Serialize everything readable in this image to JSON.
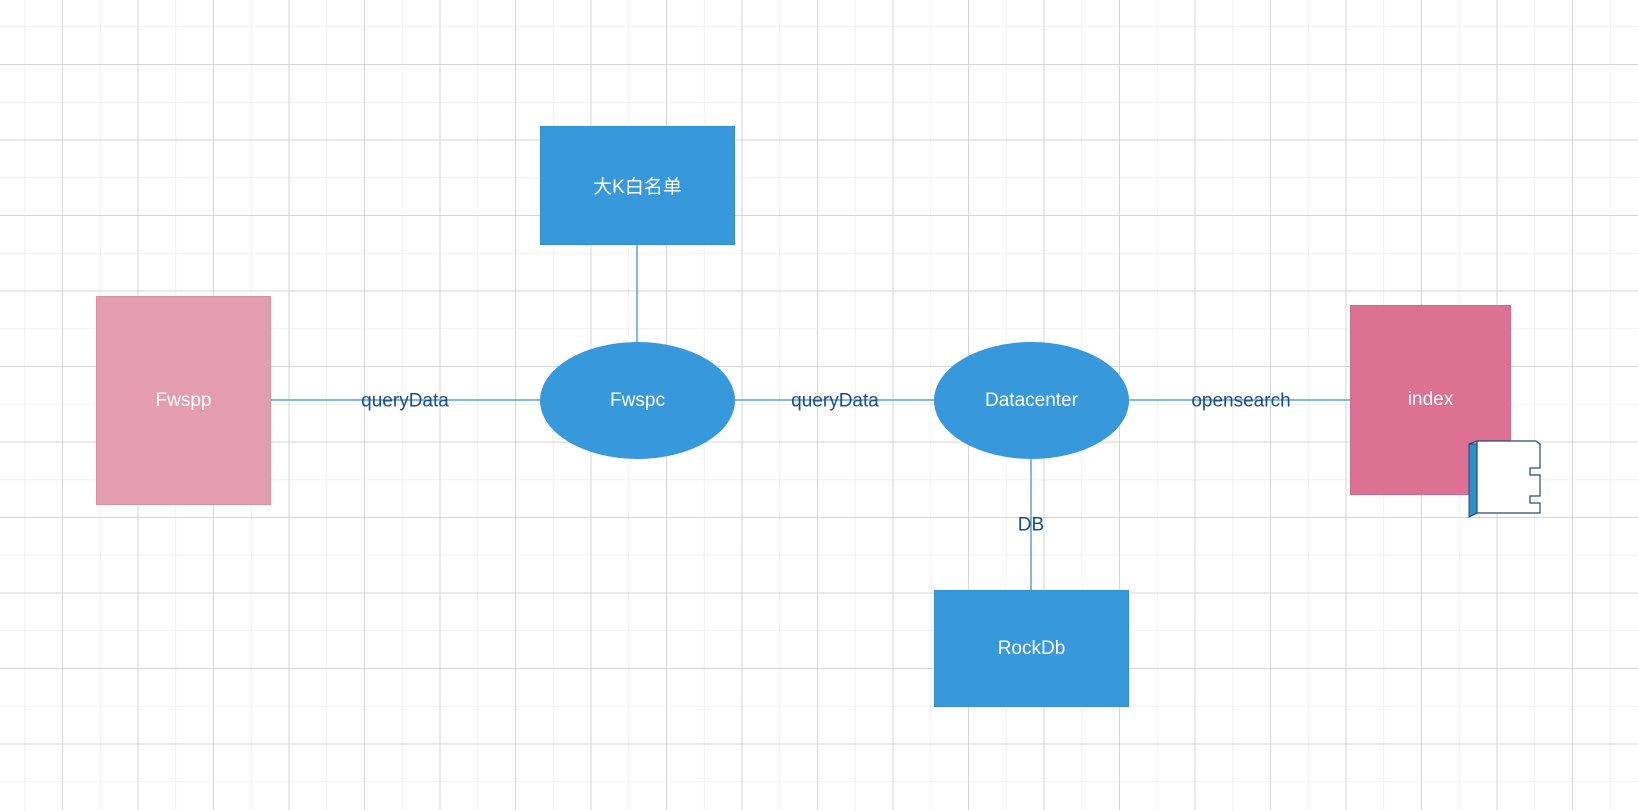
{
  "colors": {
    "blue": "#3798db",
    "pink_light": "#e49daf",
    "pink": "#dc7194",
    "edge": "#5b9fd8",
    "label": "#1d4f86"
  },
  "nodes": {
    "whitelist": "大K白名单",
    "fwspp": "Fwspp",
    "fwspc": "Fwspc",
    "datacenter": "Datacenter",
    "index": "index",
    "rockdb": "RockDb"
  },
  "edges": {
    "fwspp_fwspc": "queryData",
    "fwspc_datacenter": "queryData",
    "datacenter_index": "opensearch",
    "datacenter_rockdb": "DB"
  },
  "icons": {
    "index_decoration": "component-icon"
  }
}
